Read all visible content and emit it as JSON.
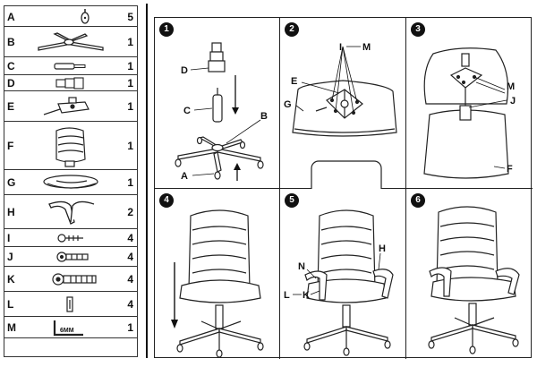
{
  "parts": [
    {
      "letter": "A",
      "qty": "5",
      "icon": "caster-icon"
    },
    {
      "letter": "B",
      "qty": "1",
      "icon": "star-base-icon"
    },
    {
      "letter": "C",
      "qty": "1",
      "icon": "gas-lift-icon"
    },
    {
      "letter": "D",
      "qty": "1",
      "icon": "telescopic-cover-icon"
    },
    {
      "letter": "E",
      "qty": "1",
      "icon": "tilt-mechanism-icon"
    },
    {
      "letter": "F",
      "qty": "1",
      "icon": "backrest-icon"
    },
    {
      "letter": "G",
      "qty": "1",
      "icon": "seat-icon"
    },
    {
      "letter": "H",
      "qty": "2",
      "icon": "armrest-icon"
    },
    {
      "letter": "I",
      "qty": "4",
      "icon": "short-bolt-icon"
    },
    {
      "letter": "J",
      "qty": "4",
      "icon": "medium-bolt-icon"
    },
    {
      "letter": "K",
      "qty": "4",
      "icon": "long-bolt-icon"
    },
    {
      "letter": "L",
      "qty": "4",
      "icon": "washer-icon"
    },
    {
      "letter": "M",
      "qty": "1",
      "icon": "allen-key-icon",
      "caption": "6MM"
    }
  ],
  "steps": [
    {
      "number": "1",
      "labels": {
        "d": "D",
        "c": "C",
        "b": "B",
        "a": "A"
      }
    },
    {
      "number": "2",
      "labels": {
        "i": "I",
        "m": "M",
        "e": "E",
        "g": "G"
      }
    },
    {
      "number": "3",
      "labels": {
        "m": "M",
        "j": "J",
        "f": "F"
      }
    },
    {
      "number": "4",
      "labels": {}
    },
    {
      "number": "5",
      "labels": {
        "h": "H",
        "n": "N",
        "l": "L",
        "k": "K"
      }
    },
    {
      "number": "6",
      "labels": {}
    }
  ]
}
